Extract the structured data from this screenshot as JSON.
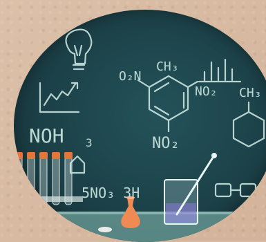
{
  "photo": {
    "subject": "chalkboard-chemistry",
    "colors": {
      "paper": "#d8b9a1",
      "board": "#1c4148",
      "chalk": "#cfe9e3",
      "tube_liquid": "#e5743f",
      "flask": "#f08a55"
    },
    "chalk_text": {
      "formula_noh": "NOH",
      "formula_noh_sub": "3",
      "formula_o2n": "O₂N",
      "formula_ch3_top": "CH₃",
      "formula_no2_right": "NO₂",
      "formula_ch3_right": "CH₃",
      "formula_no2_bottom": "NO₂",
      "formula_bottom": "5NO₃ 3H"
    }
  }
}
